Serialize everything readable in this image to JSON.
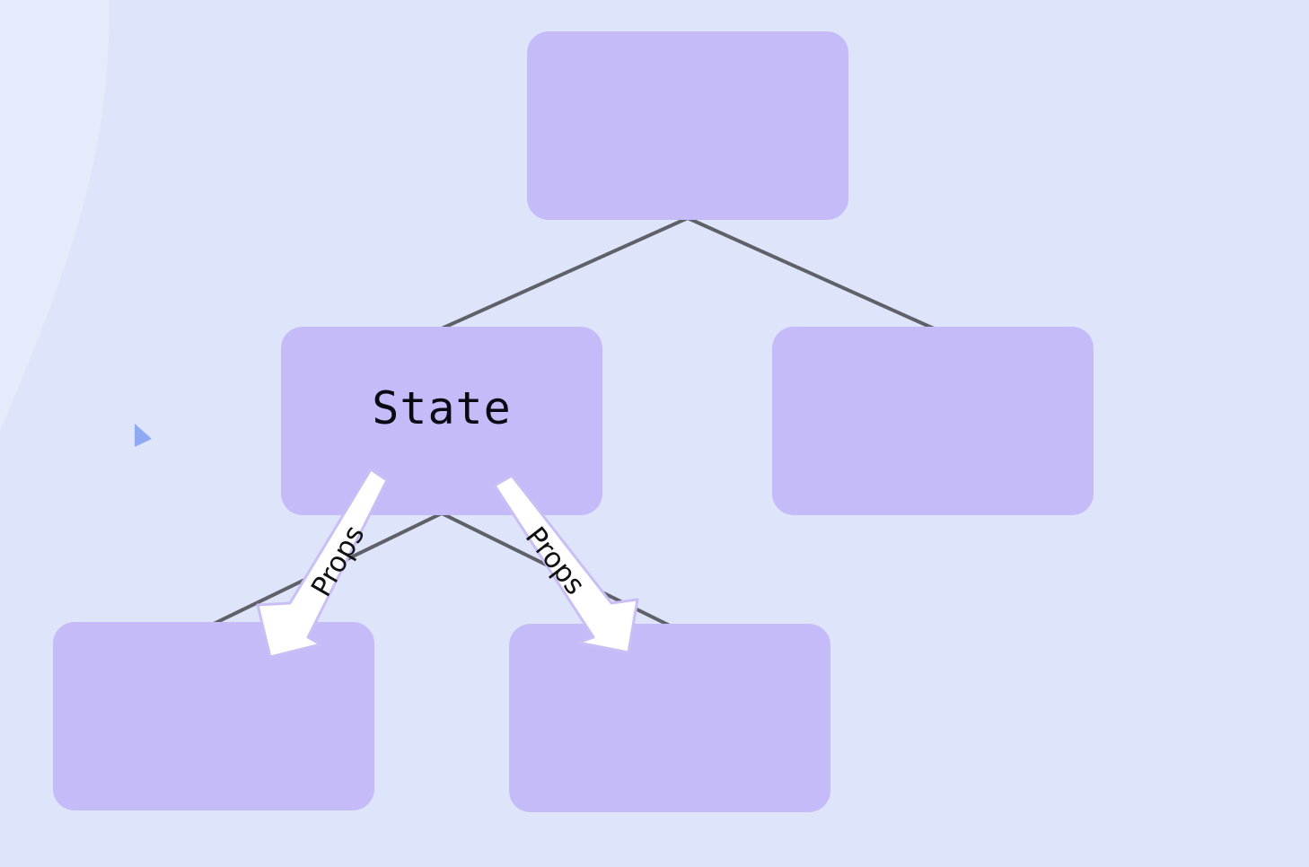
{
  "diagram": {
    "nodes": [
      {
        "id": "root",
        "label": ""
      },
      {
        "id": "state",
        "label": "State"
      },
      {
        "id": "right",
        "label": ""
      },
      {
        "id": "bottom-left",
        "label": ""
      },
      {
        "id": "bottom-center",
        "label": ""
      }
    ],
    "edges": [
      {
        "from": "root",
        "to": "state"
      },
      {
        "from": "root",
        "to": "right"
      },
      {
        "from": "state",
        "to": "bottom-left"
      },
      {
        "from": "state",
        "to": "bottom-center"
      }
    ],
    "arrows": [
      {
        "from": "state",
        "to": "bottom-left",
        "label": "Props"
      },
      {
        "from": "state",
        "to": "bottom-center",
        "label": "Props"
      }
    ]
  },
  "colors": {
    "background": "#dee5fa",
    "node_fill": "#c5bbf8",
    "edge": "#5f6068",
    "arrow_fill": "#ffffff",
    "arrow_outline": "#c9bff5",
    "cursor": "#8fa9f2"
  },
  "icons": {
    "cursor": "pointer-cursor-icon"
  }
}
